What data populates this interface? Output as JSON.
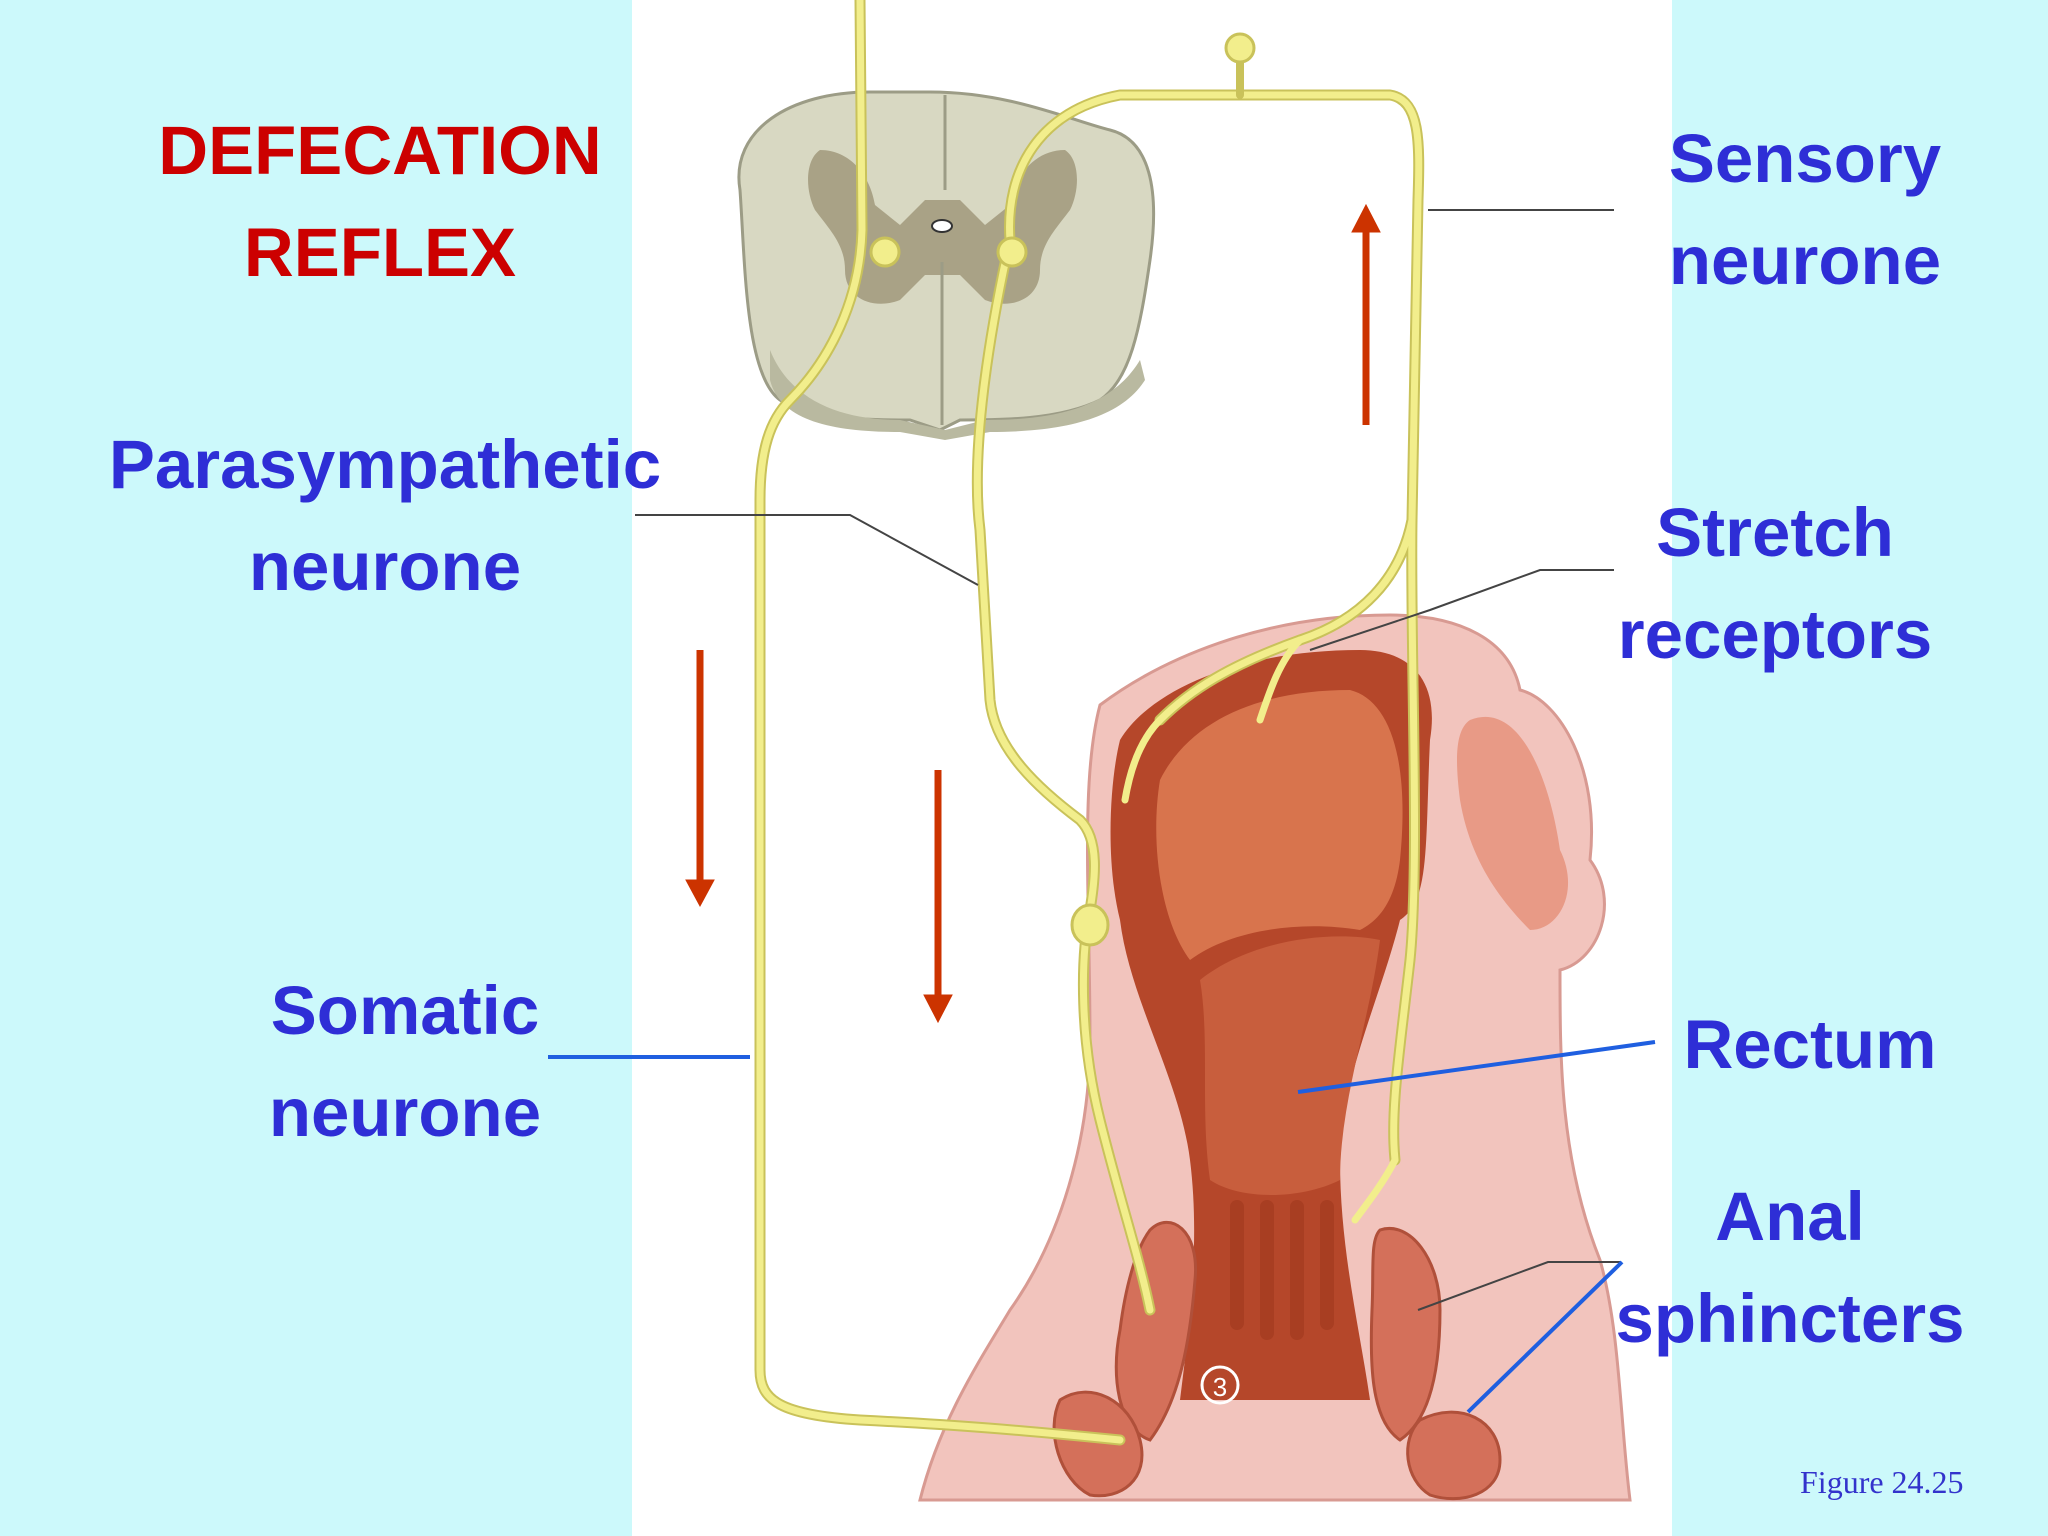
{
  "slide": {
    "title_line1": "DEFECATION",
    "title_line2": "REFLEX",
    "labels": {
      "sensory_line1": "Sensory",
      "sensory_line2": "neurone",
      "parasympathetic_line1": "Parasympathetic",
      "parasympathetic_line2": "neurone",
      "stretch_line1": "Stretch",
      "stretch_line2": "receptors",
      "somatic_line1": "Somatic",
      "somatic_line2": "neurone",
      "rectum": "Rectum",
      "anal_line1": "Anal",
      "anal_line2": "sphincters"
    },
    "figure_ref": "Figure 24.25",
    "muscle_marker": "3"
  },
  "colors": {
    "background": "#ccf9fb",
    "panel": "#ffffff",
    "title": "#cc0000",
    "label": "#2e2ed6",
    "nerve": "#f2ee8c",
    "nerve_outline": "#c9c25a",
    "arrow": "#cc3300",
    "pointer_blue": "#1f5fe0",
    "pointer_gray": "#444444",
    "tissue_pink": "#f2c4bd",
    "rectum_dark": "#b5472a",
    "rectum_mid": "#d8744d",
    "cord_white": "#d8d8c2",
    "cord_gray": "#a9a286"
  }
}
